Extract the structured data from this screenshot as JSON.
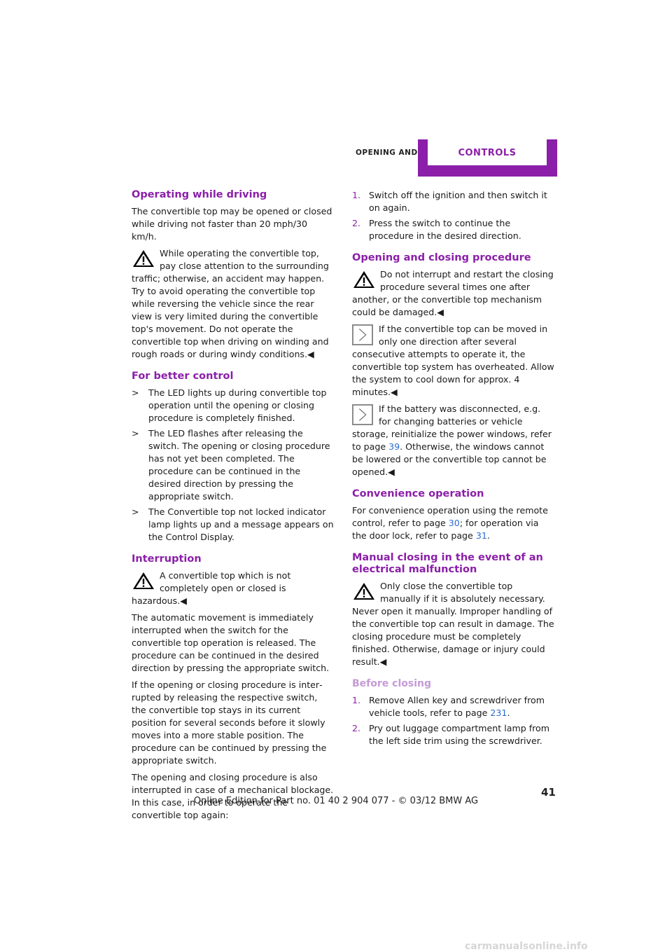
{
  "header": {
    "section": "Opening and closing",
    "tab": "Controls",
    "accent": "#8b1fa9"
  },
  "left": {
    "driving": {
      "title": "Operating while driving",
      "p1": "The convertible top may be opened or closed while driving not faster than 20 mph/30 km/h.",
      "warn": "While operating the convertible top, pay close attention to the surrounding traffic; otherwise, an accident may happen. Try to avoid operating the convertible top while reversing the vehicle since the rear view is very limited during the convertible top's movement. Do not operate the convertible top when driving on winding and rough roads or during windy conditions.◀"
    },
    "control": {
      "title": "For better control",
      "items": [
        "The LED lights up during convertible top operation until the opening or closing procedure is completely finished.",
        "The LED flashes after releasing the switch. The opening or closing procedure has not yet been completed. The procedure can be continued in the desired direction by press­ing the appropriate switch.",
        "The Convertible top not locked indicator lamp lights up and a message appears on the Control Display."
      ]
    },
    "interruption": {
      "title": "Interruption",
      "warn": "A convertible top which is not completely open or closed is hazardous.◀",
      "p1": "The automatic movement is immediately inter­rupted when the switch for the convertible top operation is released. The procedure can be continued in the desired direction by pressing the appropriate switch.",
      "p2": "If the opening or closing procedure is inter­rupted by releasing the respective switch, the convertible top stays in its current position for several seconds before it slowly moves into a more stable position. The procedure can be continued by pressing the appropriate switch.",
      "p3": "The opening and closing procedure is also inter­rupted in case of a mechanical blockage. In this case, in order to operate the convertible top again:"
    }
  },
  "right": {
    "steps": [
      {
        "num": "1.",
        "text": "Switch off the ignition and then switch it on again."
      },
      {
        "num": "2.",
        "text": "Press the switch to continue the procedure in the desired direction."
      }
    ],
    "procedure": {
      "title": "Opening and closing procedure",
      "warn": "Do not interrupt and restart the closing procedure several times one after another, or the convertible top mechanism could be damaged.◀",
      "note1": "If the convertible top can be moved in only one direction after several consecutive attempts to operate it, the convertible top system has overheated. Allow the system to cool down for approx. 4 minutes.◀",
      "note2_a": "If the battery was disconnected, e.g. for changing batteries or vehicle storage, reinitialize the power windows, refer to page ",
      "note2_link": "39",
      "note2_b": ". Otherwise, the windows cannot be lowered or the convertible top cannot be opened.◀"
    },
    "convenience": {
      "title": "Convenience operation",
      "p_a": "For convenience operation using the remote control, refer to page ",
      "p_link1": "30",
      "p_b": "; for operation via the door lock, refer to page ",
      "p_link2": "31",
      "p_c": "."
    },
    "manual": {
      "title": "Manual closing in the event of an electrical malfunction",
      "warn": "Only close the convertible top manually if it is absolutely necessary. Never open it manually. Improper handling of the convertible top can result in damage. The closing procedure must be completely finished. Otherwise, damage or injury could result.◀"
    },
    "before": {
      "title": "Before closing",
      "s1_a": "Remove Allen key and screwdriver from vehicle tools, refer to page ",
      "s1_link": "231",
      "s1_b": ".",
      "s2": "Pry out luggage compartment lamp from the left side trim using the screwdriver.",
      "n1": "1.",
      "n2": "2."
    }
  },
  "page_number": "41",
  "footer": "Online Edition for Part no. 01 40 2 904 077 - © 03/12 BMW AG",
  "watermark": "carmanualsonline.info",
  "bullet": ">"
}
